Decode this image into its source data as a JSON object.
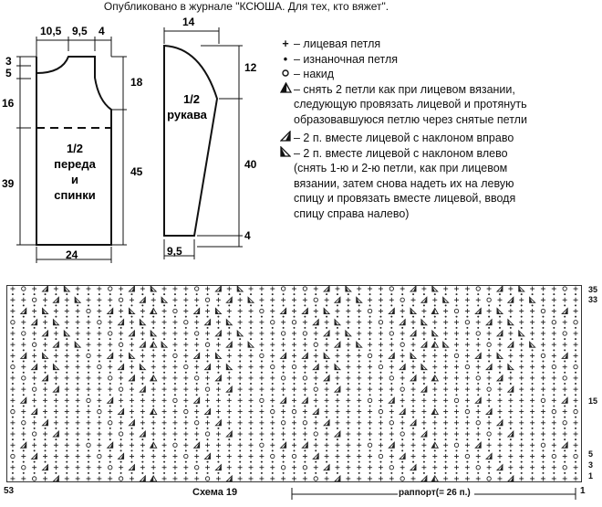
{
  "publication": "Опубликовано в журнале \"КСЮША. Для тех, кто вяжет\".",
  "body_pattern": {
    "label": [
      "1/2",
      "переда",
      "и",
      "спинки"
    ],
    "dims": {
      "top_a": "10,5",
      "top_b": "9,5",
      "top_c": "4",
      "left_a": "3",
      "left_b": "5",
      "left_c": "16",
      "left_d": "39",
      "right_a": "18",
      "right_b": "45",
      "bottom": "24"
    }
  },
  "sleeve_pattern": {
    "label": [
      "1/2",
      "рукава"
    ],
    "dims": {
      "top": "14",
      "right_a": "12",
      "right_b": "40",
      "right_c": "4",
      "bottom": "9,5"
    }
  },
  "legend": [
    {
      "icon": "plus-icon",
      "text": "– лицевая петля"
    },
    {
      "icon": "dot-icon",
      "text": "– изнаночная петля"
    },
    {
      "icon": "circle-icon",
      "text": "– накид"
    },
    {
      "icon": "triangle-center-icon",
      "text": "– снять 2 петли как при лицевом вязании,",
      "cont": [
        "следующую провязать лицевой и протянуть",
        "образовавшуюся петлю через снятые петли"
      ]
    },
    {
      "icon": "triangle-right-icon",
      "text": "– 2 п. вместе лицевой с наклоном вправо"
    },
    {
      "icon": "triangle-left-icon",
      "text": "– 2 п. вместе лицевой с наклоном влево",
      "cont": [
        "(снять 1-ю и 2-ю петли, как при лицевом",
        "вязании, затем снова надеть их на левую",
        "спицу и провязать вместе лицевой, вводя",
        "спицу справа налево)"
      ]
    }
  ],
  "chart_data": {
    "type": "table",
    "title": "Схема 19",
    "columns": 53,
    "rows": 35,
    "row_labels": [
      "35",
      "33",
      "15",
      "5",
      "3",
      "1"
    ],
    "column_labels": [
      "53",
      "1"
    ],
    "repeat_label": "раппорт(= 26 п.)"
  }
}
